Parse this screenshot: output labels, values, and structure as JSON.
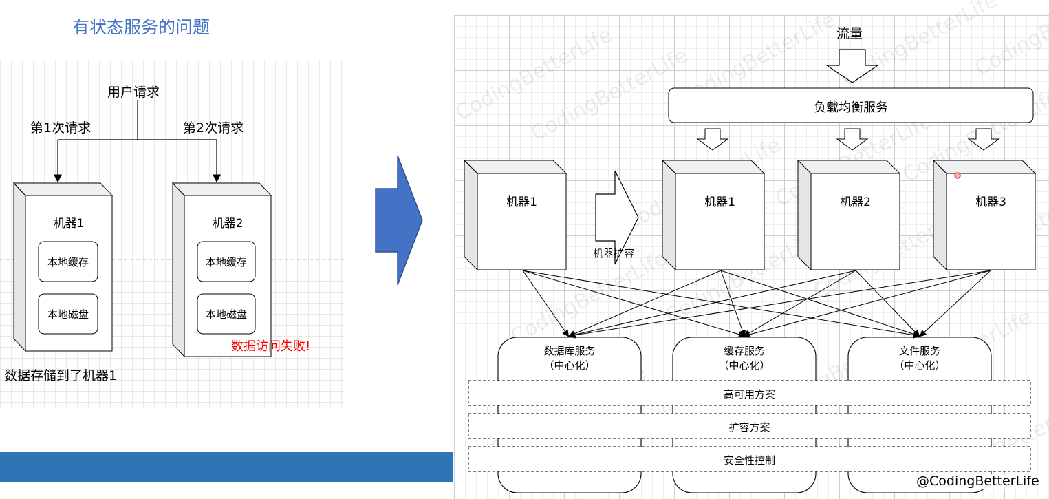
{
  "left": {
    "title": "有状态服务的问题",
    "user_request": "用户请求",
    "request1": "第1次请求",
    "request2": "第2次请求",
    "machine1": {
      "name": "机器1",
      "cache": "本地缓存",
      "disk": "本地磁盘"
    },
    "machine2": {
      "name": "机器2",
      "cache": "本地缓存",
      "disk": "本地磁盘"
    },
    "stored_note": "数据存储到了机器1",
    "fail_note": "数据访问失败!"
  },
  "right": {
    "traffic": "流量",
    "load_balancer": "负载均衡服务",
    "old_machine": "机器1",
    "scale_label": "机器扩容",
    "machines": [
      "机器1",
      "机器2",
      "机器3"
    ],
    "services": [
      {
        "name": "数据库服务",
        "sub": "（中心化）"
      },
      {
        "name": "缓存服务",
        "sub": "（中心化）"
      },
      {
        "name": "文件服务",
        "sub": "（中心化）"
      }
    ],
    "bands": [
      "高可用方案",
      "扩容方案",
      "安全性控制"
    ],
    "credit": "@CodingBetterLife",
    "watermark": "CodingBetterLife"
  },
  "colors": {
    "title": "#4472c4",
    "arrow": "#4472c4",
    "fail": "#ff0000",
    "bar": "#2e75b6"
  }
}
